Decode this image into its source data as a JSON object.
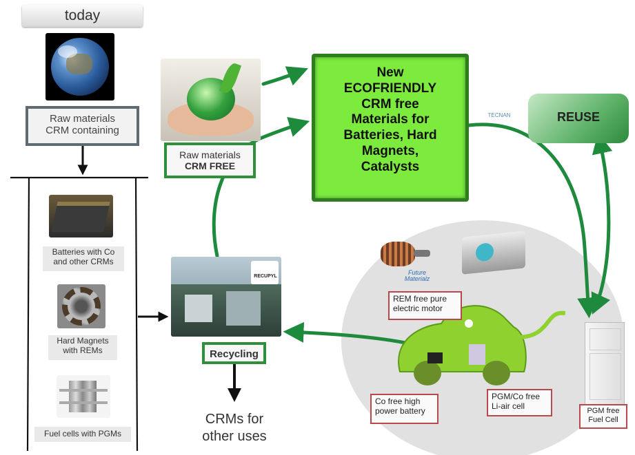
{
  "header": {
    "today_label": "today"
  },
  "left_column": {
    "raw_materials_crm": "Raw materials\nCRM containing",
    "items": [
      {
        "label": "Batteries with Co\nand other CRMs"
      },
      {
        "label": "Hard Magnets\nwith REMs"
      },
      {
        "label": "Fuel cells with PGMs"
      }
    ]
  },
  "center": {
    "raw_crm_free_line1": "Raw materials",
    "raw_crm_free_line2": "CRM FREE",
    "new_materials": "New\nECOFRIENDLY\nCRM free\nMaterials for\nBatteries, Hard\nMagnets,\nCatalysts",
    "reuse": "REUSE",
    "recycling": "Recycling",
    "crms_other_uses": "CRMs for\nother uses",
    "recupyl_logo": "RECUPYL",
    "tecnan_logo": "TECNAN"
  },
  "ev_cluster": {
    "future_materialz_logo": "Future\nMaterialz",
    "rem_motor": "REM free pure\nelectric motor",
    "co_battery": "Co free high\npower battery",
    "pgm_li_air": "PGM/Co free\nLi-air cell",
    "pgm_fuel_cell": "PGM free\nFuel Cell"
  },
  "colors": {
    "green_arrow": "#1d8a3c",
    "bright_green": "#7dea3e",
    "gray_border": "#5f6b73",
    "red_border": "#b9474b"
  }
}
